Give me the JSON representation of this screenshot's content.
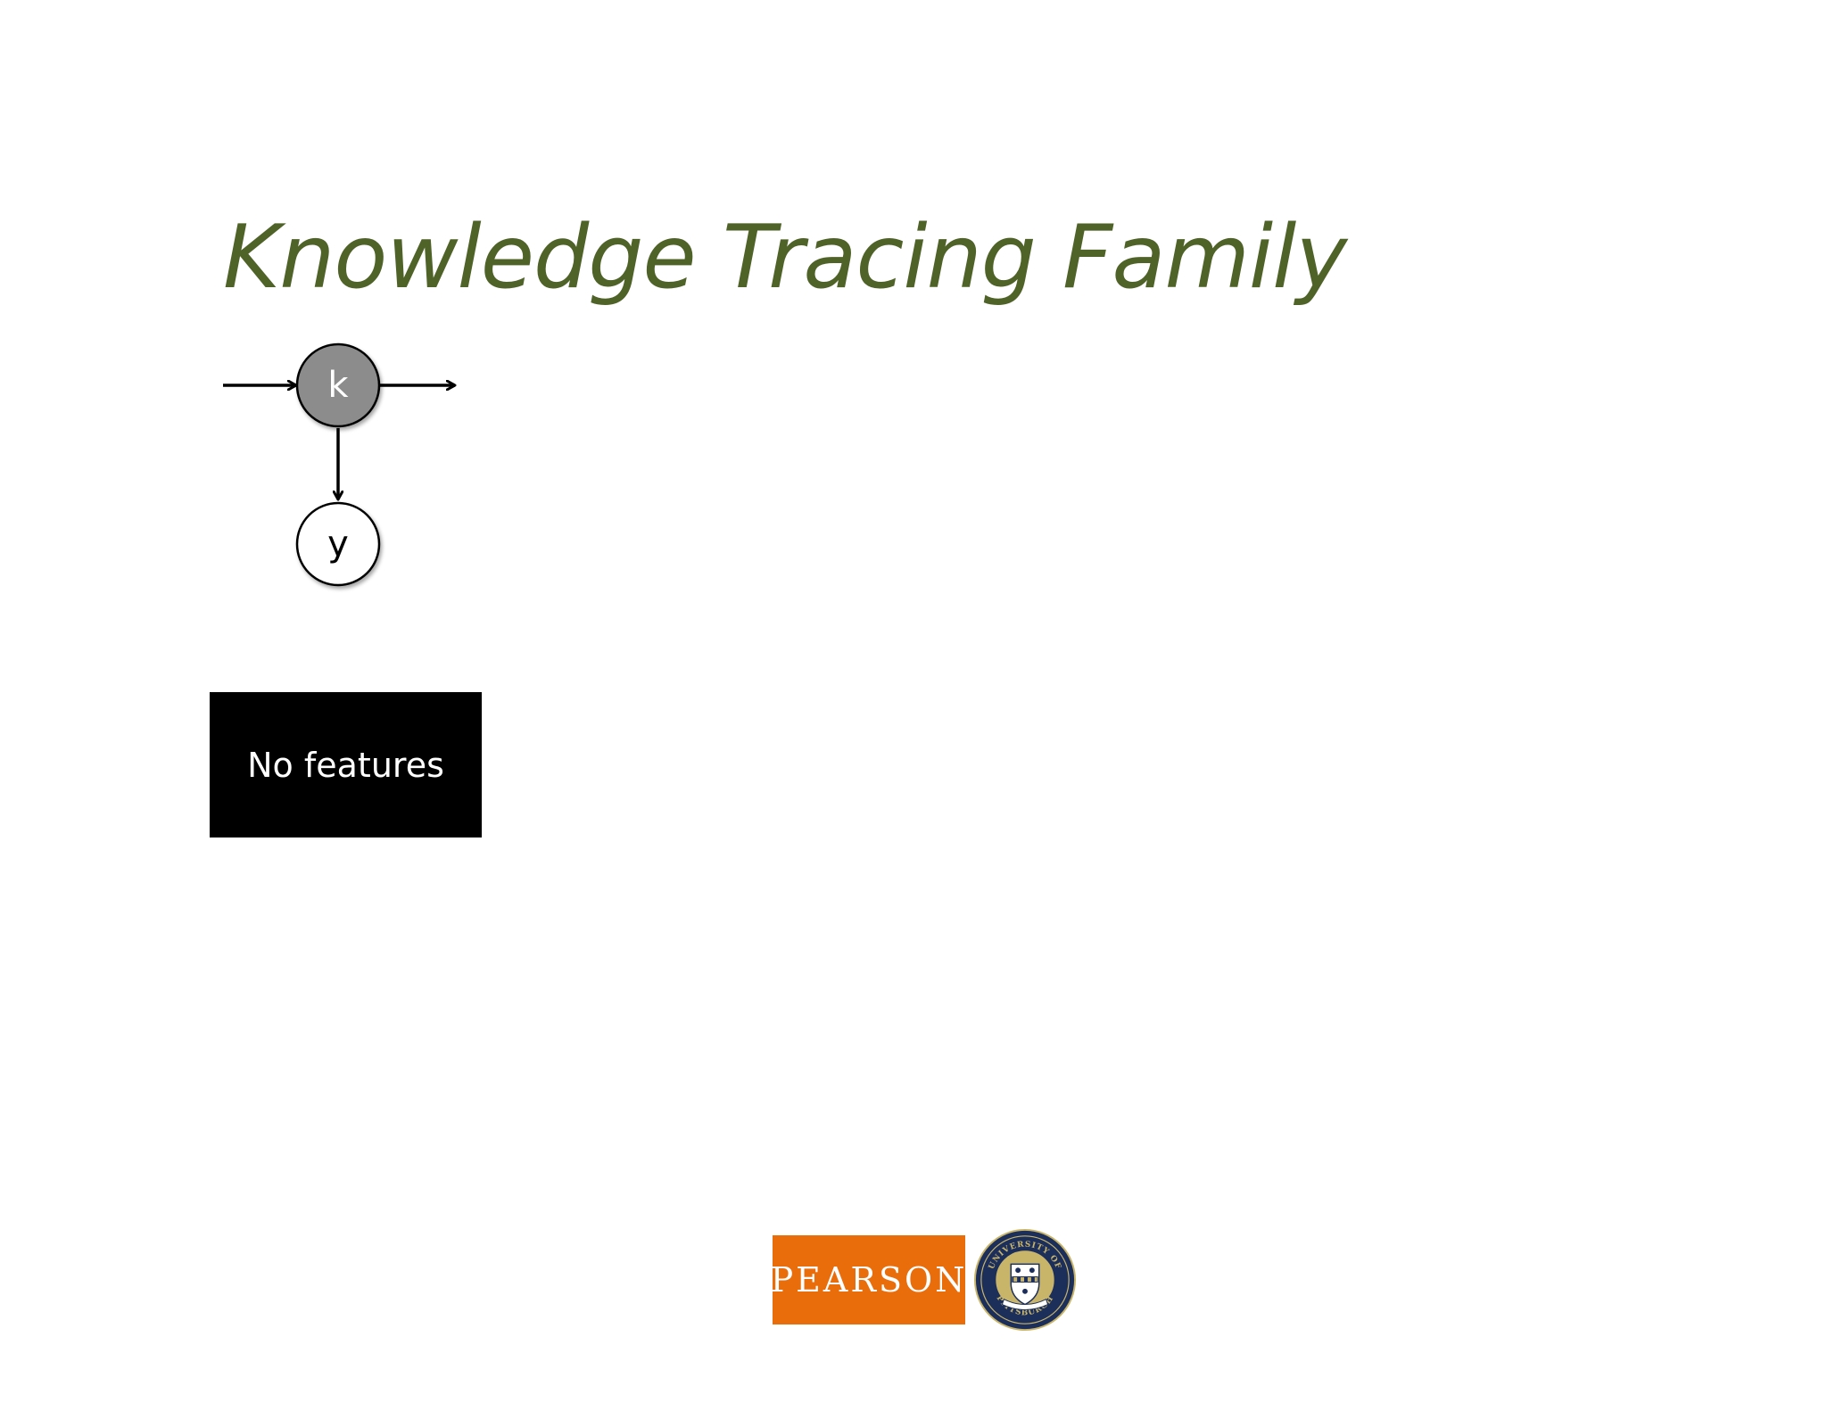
{
  "slide": {
    "title": "Knowledge Tracing Family",
    "title_color": "#4f6228"
  },
  "diagram": {
    "nodes": {
      "knowledge": {
        "label": "k",
        "fill": "#8c8c8c",
        "text_color": "#ffffff"
      },
      "observation": {
        "label": "y",
        "fill": "#ffffff",
        "text_color": "#000000"
      }
    },
    "edge_color": "#000000"
  },
  "feature_box": {
    "label": "No features",
    "background": "#000000",
    "text_color": "#ffffff"
  },
  "logos": {
    "pearson": {
      "text": "PEARSON",
      "background": "#e96d0b",
      "text_color": "#ffffff"
    },
    "pitt": {
      "top_text": "UNIVERSITY OF",
      "bottom_text": "PITTSBURGH",
      "navy": "#1c2f5b",
      "gold": "#c9b56a"
    }
  }
}
